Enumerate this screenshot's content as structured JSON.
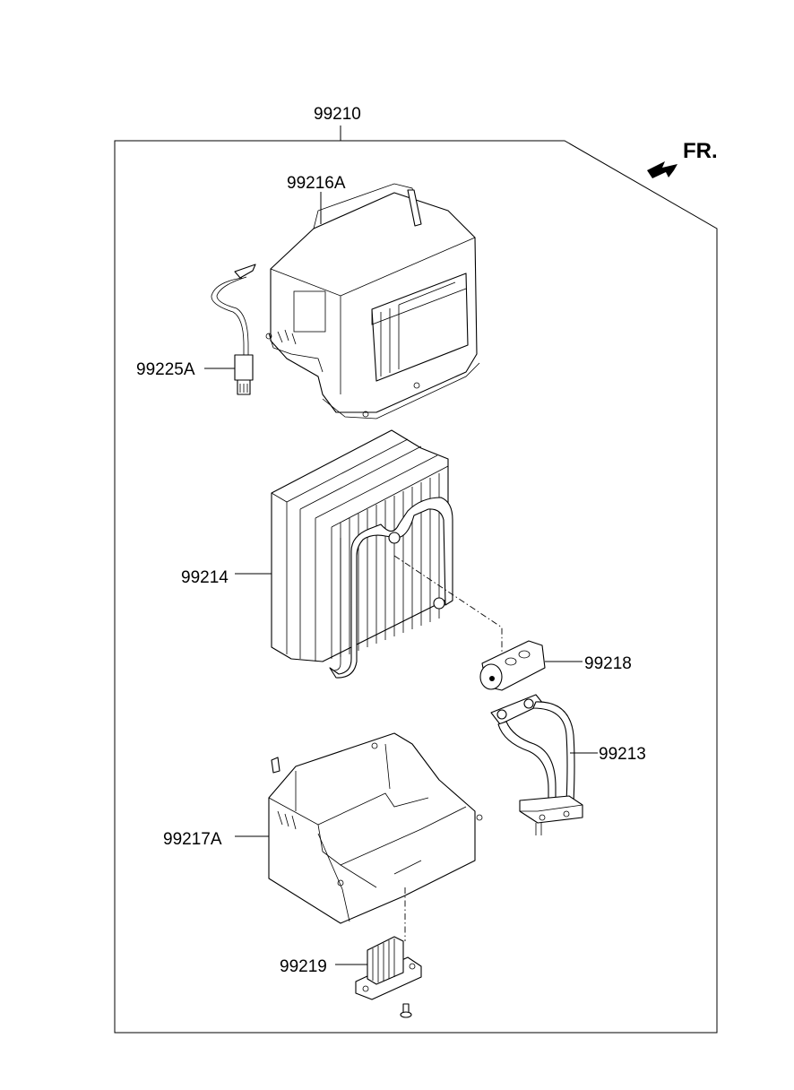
{
  "diagram": {
    "direction": {
      "label": "FR.",
      "icon": "arrow-front-icon"
    },
    "assembly": {
      "part_no": "99210"
    },
    "parts": [
      {
        "id": "case_upper",
        "part_no": "99216A"
      },
      {
        "id": "sensor",
        "part_no": "99225A"
      },
      {
        "id": "evaporator",
        "part_no": "99214"
      },
      {
        "id": "expansion_valve",
        "part_no": "99218"
      },
      {
        "id": "pipe",
        "part_no": "99213"
      },
      {
        "id": "case_lower",
        "part_no": "99217A"
      },
      {
        "id": "resistor",
        "part_no": "99219"
      }
    ]
  }
}
